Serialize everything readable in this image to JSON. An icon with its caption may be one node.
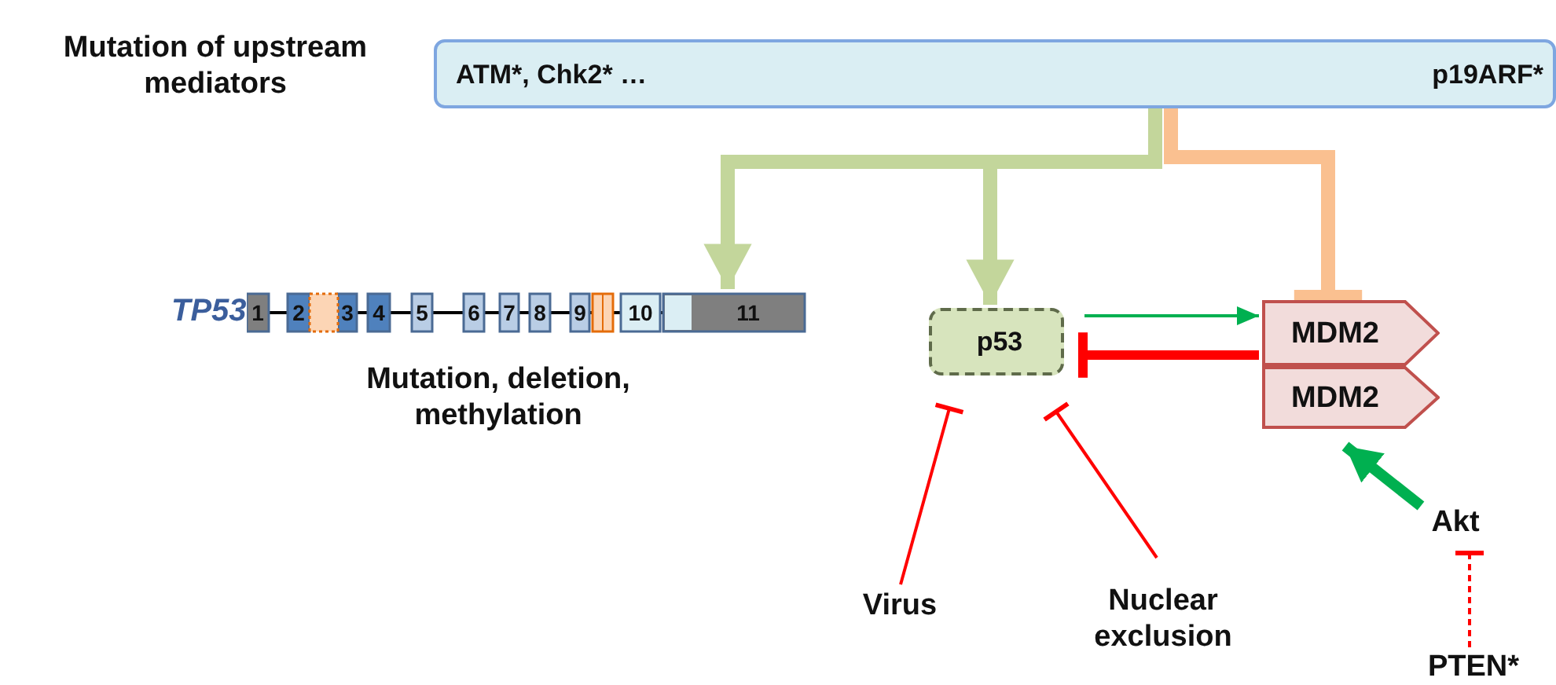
{
  "diagram": {
    "nodes": [
      {
        "text": [
          "ATM*, Chk2* …",
          "p19ARF*"
        ],
        "beside": [
          "Mutation of upstream mediators"
        ]
      },
      {
        "text": [],
        "shape": "bar",
        "beside": [
          "TP53",
          "Mutation, deletion, methylation"
        ]
      },
      {
        "text": [
          "p53"
        ]
      },
      {
        "text": [
          "MDM2"
        ]
      },
      {
        "text": [
          "MDM2"
        ]
      },
      {
        "text": [
          "Virus"
        ]
      },
      {
        "text": [
          "Nuclear exclusion"
        ]
      },
      {
        "text": [
          "Akt"
        ]
      },
      {
        "text": [
          "PTEN*"
        ]
      }
    ],
    "edges": [
      {
        "from": 0,
        "to": 1,
        "arrow": "to",
        "color": "#c3d69b"
      },
      {
        "from": 0,
        "to": 2,
        "arrow": "to",
        "color": "#c3d69b"
      },
      {
        "from": 0,
        "to": 3,
        "arrow": "other",
        "color": "#fac090"
      },
      {
        "from": 2,
        "to": 3,
        "arrow": "to",
        "color": "#00b050"
      },
      {
        "from": 3,
        "to": 2,
        "arrow": "other",
        "color": "#ff0000"
      },
      {
        "from": 5,
        "to": 2,
        "arrow": "other",
        "color": "#ff0000"
      },
      {
        "from": 6,
        "to": 2,
        "arrow": "other",
        "color": "#ff0000"
      },
      {
        "from": 7,
        "to": 4,
        "arrow": "to",
        "color": "#00b050"
      },
      {
        "from": 8,
        "to": 7,
        "arrow": "other",
        "style": "dashed",
        "color": "#ff0000"
      }
    ],
    "labels": [
      "1",
      "2",
      "3",
      "4",
      "5",
      "6",
      "7",
      "8",
      "9",
      "10",
      "11"
    ]
  }
}
